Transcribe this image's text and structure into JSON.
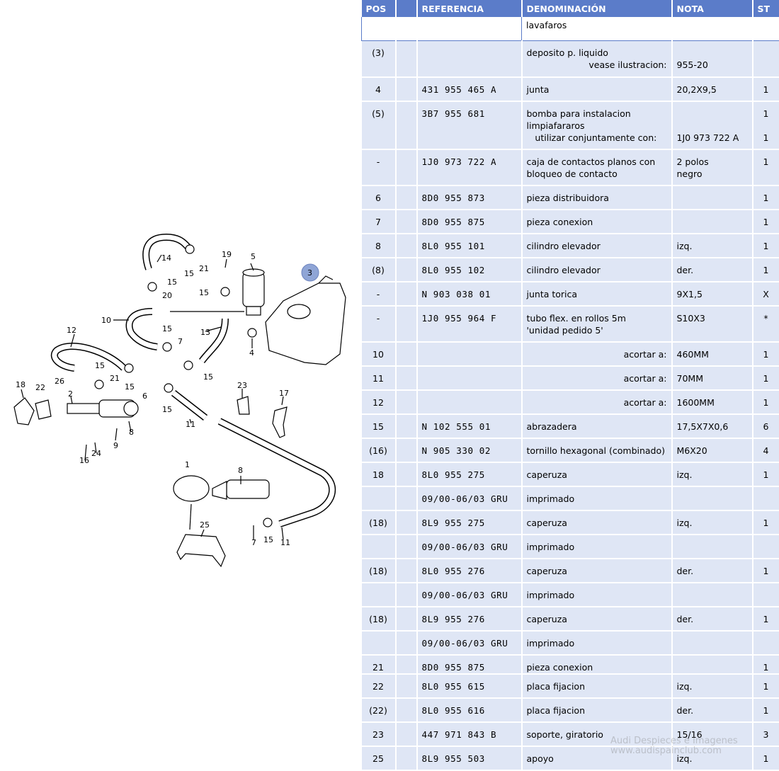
{
  "header": {
    "pos": "POS",
    "ref": "REFERENCIA",
    "denom": "DENOMINACIÓN",
    "nota": "NOTA",
    "st": "ST"
  },
  "section_title": "lavafaros",
  "rows": [
    {
      "pos": "(3)",
      "ref": "",
      "denom": [
        "deposito p. liquido"
      ],
      "subnote": "vease ilustracion:",
      "nota": [
        "",
        "955-20"
      ],
      "st": [
        "",
        ""
      ],
      "h": 52
    },
    {
      "pos": "4",
      "ref": "431 955 465 A",
      "denom": [
        "junta"
      ],
      "nota": [
        "20,2X9,5"
      ],
      "st": [
        "1"
      ],
      "h": 34
    },
    {
      "pos": "(5)",
      "ref": "3B7 955 681",
      "denom": [
        "bomba para instalacion",
        "limpiafararos",
        "   utilizar conjuntamente con:"
      ],
      "nota": [
        "",
        "",
        "1J0 973 722 A"
      ],
      "st": [
        "1",
        "",
        "1"
      ],
      "h": 68
    },
    {
      "pos": "-",
      "ref": "1J0 973 722 A",
      "denom": [
        "caja de contactos planos con",
        "bloqueo de contacto"
      ],
      "nota": [
        "2 polos",
        "negro"
      ],
      "st": [
        "1"
      ],
      "h": 51
    },
    {
      "pos": "6",
      "ref": "8D0 955 873",
      "denom": [
        "pieza distribuidora"
      ],
      "nota": [
        ""
      ],
      "st": [
        "1"
      ],
      "h": 34
    },
    {
      "pos": "7",
      "ref": "8D0 955 875",
      "denom": [
        "pieza conexion"
      ],
      "nota": [
        ""
      ],
      "st": [
        "1"
      ],
      "h": 34
    },
    {
      "pos": "8",
      "ref": "8L0 955 101",
      "denom": [
        "cilindro elevador"
      ],
      "nota": [
        "izq."
      ],
      "st": [
        "1"
      ],
      "h": 34
    },
    {
      "pos": "(8)",
      "ref": "8L0 955 102",
      "denom": [
        "cilindro elevador"
      ],
      "nota": [
        "der."
      ],
      "st": [
        "1"
      ],
      "h": 34
    },
    {
      "pos": "-",
      "ref": "N   903 038 01",
      "denom": [
        "junta torica"
      ],
      "nota": [
        "9X1,5"
      ],
      "st": [
        "X"
      ],
      "h": 34
    },
    {
      "pos": "-",
      "ref": "1J0 955 964 F",
      "denom": [
        "tubo flex. en rollos 5m",
        "'unidad pedido 5'"
      ],
      "nota": [
        "S10X3"
      ],
      "st": [
        "*"
      ],
      "h": 51
    },
    {
      "pos": "10",
      "ref": "",
      "rightnote": "acortar a:",
      "denom": [],
      "nota": [
        "460MM"
      ],
      "st": [
        "1"
      ],
      "h": 34
    },
    {
      "pos": "11",
      "ref": "",
      "rightnote": "acortar a:",
      "denom": [],
      "nota": [
        "70MM"
      ],
      "st": [
        "1"
      ],
      "h": 34
    },
    {
      "pos": "12",
      "ref": "",
      "rightnote": "acortar a:",
      "denom": [],
      "nota": [
        "1600MM"
      ],
      "st": [
        "1"
      ],
      "h": 34
    },
    {
      "pos": "15",
      "ref": "N   102 555 01",
      "denom": [
        "abrazadera"
      ],
      "nota": [
        "17,5X7X0,6"
      ],
      "st": [
        "6"
      ],
      "h": 34
    },
    {
      "pos": "(16)",
      "ref": "N   905 330 02",
      "denom": [
        "tornillo hexagonal (combinado)"
      ],
      "nota": [
        "M6X20"
      ],
      "st": [
        "4"
      ],
      "h": 34
    },
    {
      "pos": "18",
      "ref": "8L0 955 275",
      "denom": [
        "caperuza"
      ],
      "nota": [
        "izq."
      ],
      "st": [
        "1"
      ],
      "h": 34
    },
    {
      "pos": "",
      "ref": "09/00-06/03 GRU",
      "denom": [
        "imprimado"
      ],
      "nota": [
        ""
      ],
      "st": [
        ""
      ],
      "h": 34
    },
    {
      "pos": "(18)",
      "ref": "8L9 955 275",
      "denom": [
        "caperuza"
      ],
      "nota": [
        "izq."
      ],
      "st": [
        "1"
      ],
      "h": 34
    },
    {
      "pos": "",
      "ref": "09/00-06/03 GRU",
      "denom": [
        "imprimado"
      ],
      "nota": [
        ""
      ],
      "st": [
        ""
      ],
      "h": 34
    },
    {
      "pos": "(18)",
      "ref": "8L0 955 276",
      "denom": [
        "caperuza"
      ],
      "nota": [
        "der."
      ],
      "st": [
        "1"
      ],
      "h": 34
    },
    {
      "pos": "",
      "ref": "09/00-06/03 GRU",
      "denom": [
        "imprimado"
      ],
      "nota": [
        ""
      ],
      "st": [
        ""
      ],
      "h": 34
    },
    {
      "pos": "(18)",
      "ref": "8L9 955 276",
      "denom": [
        "caperuza"
      ],
      "nota": [
        "der."
      ],
      "st": [
        "1"
      ],
      "h": 34
    },
    {
      "pos": "",
      "ref": "09/00-06/03 GRU",
      "denom": [
        "imprimado"
      ],
      "nota": [
        ""
      ],
      "st": [
        ""
      ],
      "h": 34
    },
    {
      "pos": "21",
      "ref": "8D0 955 875",
      "denom": [
        "pieza conexion"
      ],
      "nota": [
        ""
      ],
      "st": [
        "1"
      ],
      "h": 21
    },
    {
      "pos": "22",
      "ref": "8L0 955 615",
      "denom": [
        "placa fijacion"
      ],
      "nota": [
        "izq."
      ],
      "st": [
        "1"
      ],
      "h": 34
    },
    {
      "pos": "(22)",
      "ref": "8L0 955 616",
      "denom": [
        "placa fijacion"
      ],
      "nota": [
        "der."
      ],
      "st": [
        "1"
      ],
      "h": 34
    },
    {
      "pos": "23",
      "ref": "447 971 843 B",
      "denom": [
        "soporte, giratorio"
      ],
      "nota": [
        "15/16"
      ],
      "st": [
        "3"
      ],
      "h": 34
    },
    {
      "pos": "25",
      "ref": "8L9 955 503",
      "denom": [
        "apoyo"
      ],
      "nota": [
        "izq."
      ],
      "st": [
        "1"
      ],
      "h": 34
    }
  ],
  "diagram": {
    "callouts": [
      "1",
      "2",
      "3",
      "4",
      "5",
      "6",
      "7",
      "8",
      "9",
      "10",
      "11",
      "12",
      "13",
      "14",
      "15",
      "16",
      "17",
      "18",
      "19",
      "20",
      "21",
      "22",
      "23",
      "24",
      "25",
      "26"
    ]
  },
  "colors": {
    "header_bg": "#5b7cc9",
    "row_bg": "#dfe6f5",
    "callout_circle": "#8fa5d6"
  },
  "watermark": [
    "Audi Despieces e Imagenes",
    "www.audispainclub.com"
  ]
}
